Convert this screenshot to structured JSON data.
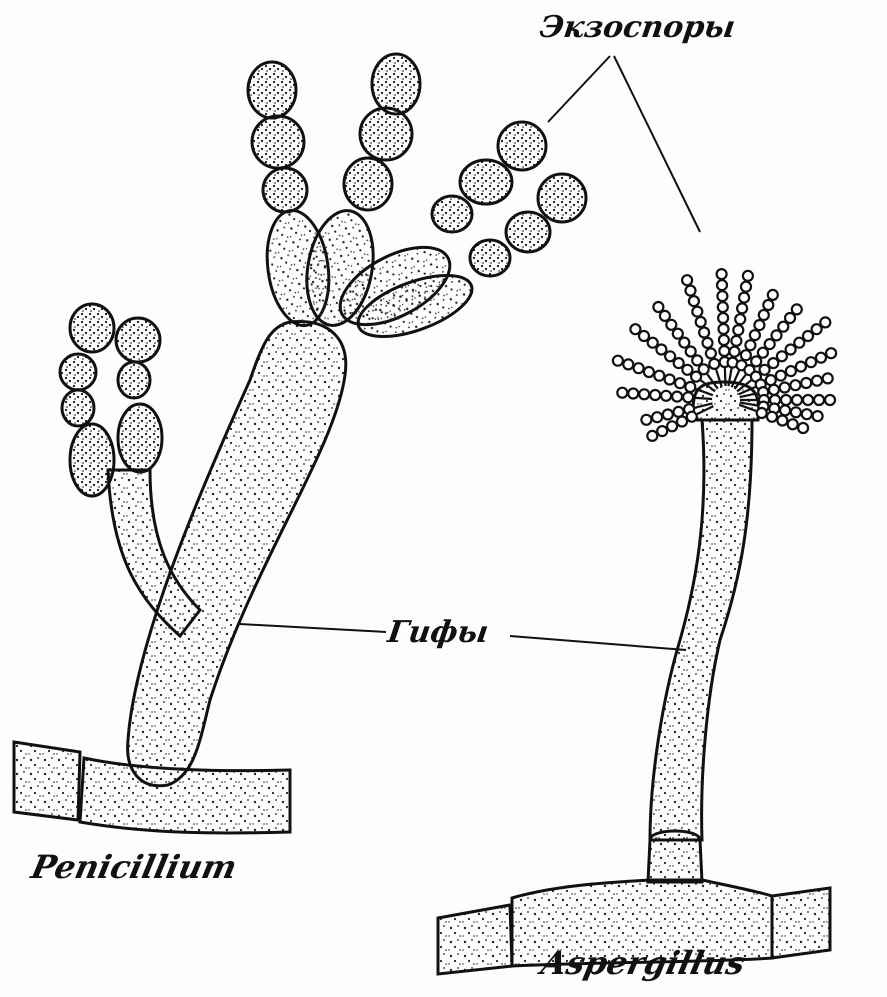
{
  "labels": {
    "exospores": "Экзоспоры",
    "hyphae": "Гифы",
    "penicillium": "Penicillium",
    "aspergillus": "Aspergillus"
  },
  "colors": {
    "ink": "#111111",
    "paper": "#fdfdfb",
    "cell_fill": "#f7f7f2"
  }
}
